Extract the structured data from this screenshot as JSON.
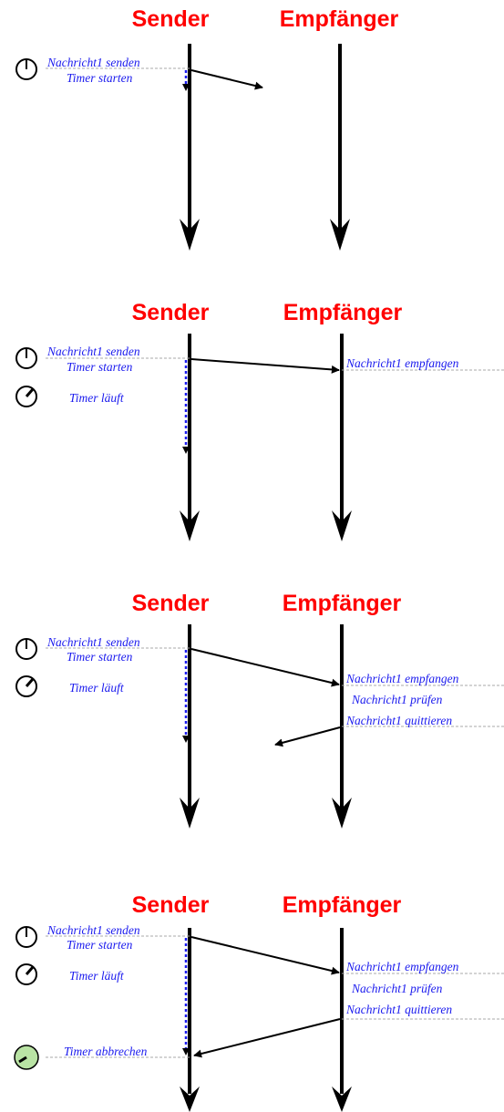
{
  "colors": {
    "title": "#ff0000",
    "event_text": "#1a1aee",
    "timer_line": "#1a1aee",
    "timer_done": "#b9e3a4",
    "arrow": "#000000",
    "guide": "#aaaaaa"
  },
  "panels": [
    {
      "sender": "Sender",
      "receiver": "Empfänger",
      "sender_events": [
        "Nachricht1 senden",
        "Timer starten"
      ],
      "receiver_events": []
    },
    {
      "sender": "Sender",
      "receiver": "Empfänger",
      "sender_events": [
        "Nachricht1 senden",
        "Timer starten",
        "Timer läuft"
      ],
      "receiver_events": [
        "Nachricht1 empfangen"
      ]
    },
    {
      "sender": "Sender",
      "receiver": "Empfänger",
      "sender_events": [
        "Nachricht1 senden",
        "Timer starten",
        "Timer läuft"
      ],
      "receiver_events": [
        "Nachricht1 empfangen",
        "Nachricht1 prüfen",
        "Nachricht1 quittieren"
      ]
    },
    {
      "sender": "Sender",
      "receiver": "Empfänger",
      "sender_events": [
        "Nachricht1 senden",
        "Timer starten",
        "Timer läuft",
        "Timer abbrechen"
      ],
      "receiver_events": [
        "Nachricht1 empfangen",
        "Nachricht1 prüfen",
        "Nachricht1 quittieren"
      ]
    }
  ]
}
